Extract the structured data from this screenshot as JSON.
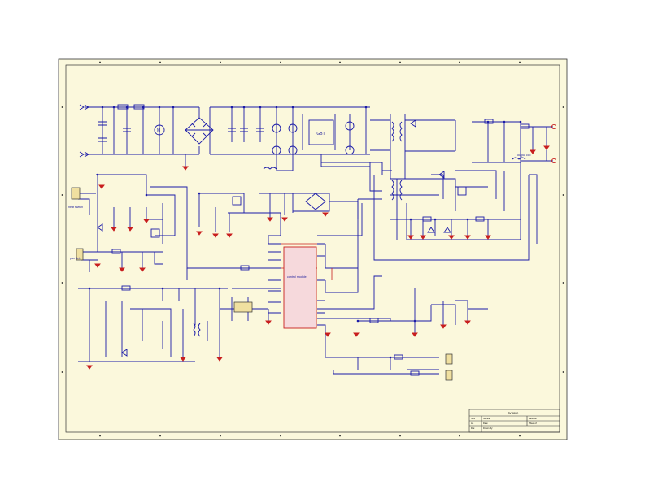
{
  "colors": {
    "paper": "#fbf8dc",
    "frame": "#333333",
    "wire": "#1a1aa8",
    "component": "#1a1aa8",
    "highlight": "#c81e1e",
    "ground": "#c81e1e",
    "node": "#1a1aa8",
    "module_fill": "#f6d9dc",
    "module_stroke": "#c81e1e"
  },
  "icons": [
    "ground-icon",
    "capacitor-icon",
    "resistor-icon",
    "diode-icon",
    "transformer-icon",
    "connector-icon"
  ],
  "labels": {
    "fan_motor": "M",
    "inverter_ic": "IGBT",
    "control_module": "control module",
    "heat_switch": "heat switch",
    "pan_detect": "pan det.",
    "output_coil": "output coil"
  },
  "title_block": {
    "title": "TK3800",
    "row_a_left": "Size",
    "row_a_mid": "Number",
    "row_a_right": "Revision",
    "row_b_left": "A4",
    "row_b_mid": "Date:",
    "row_b_right": "Sheet of",
    "row_c_left": "File:",
    "row_c_mid": "Drawn By:"
  }
}
